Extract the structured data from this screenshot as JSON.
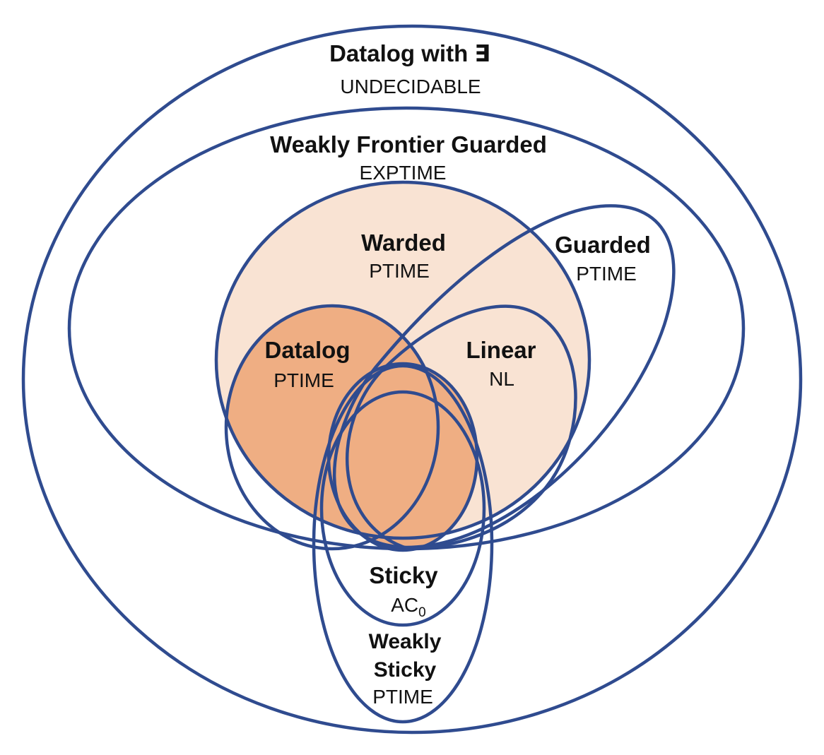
{
  "regions": {
    "datalog_exists": {
      "name": "Datalog with ∃",
      "complexity": "UNDECIDABLE"
    },
    "weakly_frontier_guarded": {
      "name": "Weakly Frontier Guarded",
      "complexity": "EXPTIME"
    },
    "warded": {
      "name": "Warded",
      "complexity": "PTIME"
    },
    "guarded": {
      "name": "Guarded",
      "complexity": "PTIME"
    },
    "datalog": {
      "name": "Datalog",
      "complexity": "PTIME"
    },
    "linear": {
      "name": "Linear",
      "complexity": "NL"
    },
    "sticky": {
      "name": "Sticky",
      "complexity_base": "AC",
      "complexity_sub": "0"
    },
    "weakly_sticky": {
      "name_line1": "Weakly",
      "name_line2": "Sticky",
      "complexity": "PTIME"
    }
  },
  "colors": {
    "outline": "#2f4b8f",
    "warded_fill": "#f9e3d3",
    "datalog_fill": "#efae83",
    "text": "#111111"
  }
}
